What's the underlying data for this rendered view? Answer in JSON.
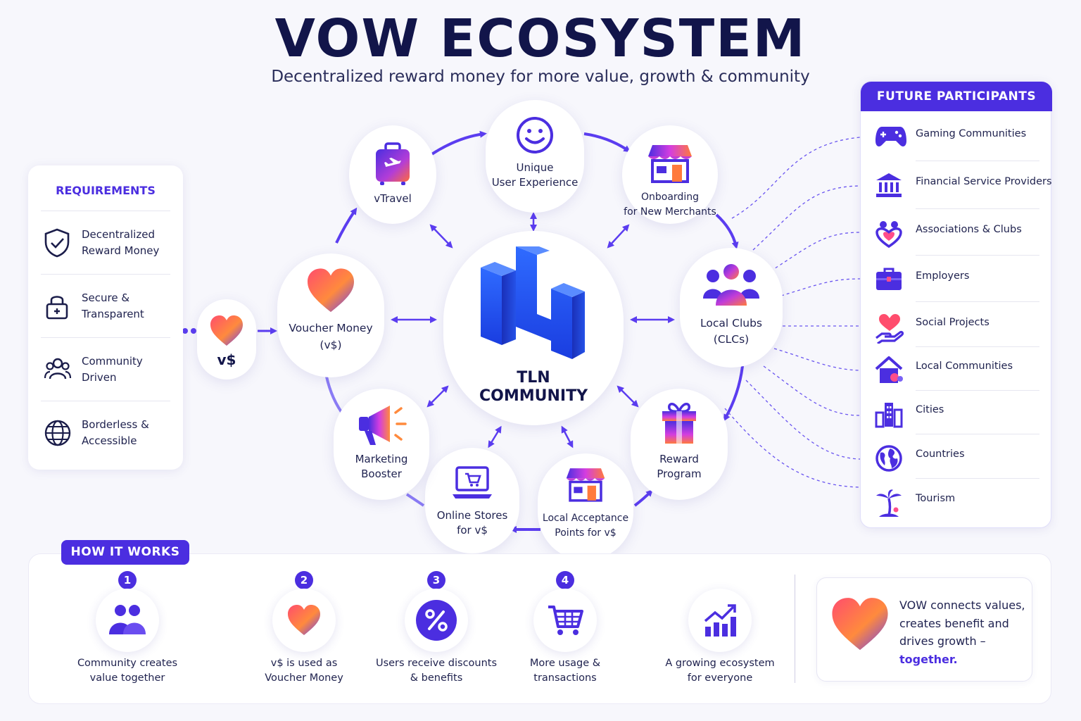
{
  "header": {
    "title": "VOW ECOSYSTEM",
    "subtitle": "Decentralized reward money for more value, growth & community"
  },
  "requirements": {
    "title": "REQUIREMENTS",
    "items": [
      {
        "label": "Decentralized\nReward Money",
        "icon": "shield-check-icon"
      },
      {
        "label": "Secure &\nTransparent",
        "icon": "lock-icon"
      },
      {
        "label": "Community\nDriven",
        "icon": "people-icon"
      },
      {
        "label": "Borderless &\nAccessible",
        "icon": "globe-icon"
      }
    ]
  },
  "vs_token": {
    "label": "v$"
  },
  "center": {
    "label": "TLN\nCOMMUNITY"
  },
  "nodes": {
    "vtravel": "vTravel",
    "unique_ux": "Unique\nUser Experience",
    "onboarding": "Onboarding\nfor New Merchants",
    "local_clubs": "Local Clubs\n(CLCs)",
    "reward_program": "Reward\nProgram",
    "local_acceptance": "Local Acceptance\nPoints for v$",
    "online_stores": "Online Stores\nfor v$",
    "marketing_booster": "Marketing\nBooster",
    "voucher_money": "Voucher Money\n(v$)"
  },
  "future_participants": {
    "title": "FUTURE PARTICIPANTS",
    "items": [
      {
        "label": "Gaming Communities",
        "icon": "gamepad-icon"
      },
      {
        "label": "Financial Service Providers",
        "icon": "bank-icon"
      },
      {
        "label": "Associations & Clubs",
        "icon": "group-heart-icon"
      },
      {
        "label": "Employers",
        "icon": "briefcase-icon"
      },
      {
        "label": "Social Projects",
        "icon": "heart-hand-icon"
      },
      {
        "label": "Local Communities",
        "icon": "house-community-icon"
      },
      {
        "label": "Cities",
        "icon": "city-icon"
      },
      {
        "label": "Countries",
        "icon": "globe-icon"
      },
      {
        "label": "Tourism",
        "icon": "palm-tree-icon"
      }
    ]
  },
  "how_it_works": {
    "title": "HOW IT WORKS",
    "steps": [
      {
        "num": "1",
        "label": "Community creates\nvalue together",
        "icon": "people-icon"
      },
      {
        "num": "2",
        "label": "v$ is used as\nVoucher Money",
        "icon": "heart-icon"
      },
      {
        "num": "3",
        "label": "Users receive discounts\n& benefits",
        "icon": "percent-icon"
      },
      {
        "num": "4",
        "label": "More usage &\ntransactions",
        "icon": "cart-icon"
      },
      {
        "num": "",
        "label": "A growing ecosystem\nfor everyone",
        "icon": "growth-chart-icon"
      }
    ]
  },
  "quote": {
    "main": "VOW connects values, creates benefit and drives growth –",
    "accent": "together."
  },
  "colors": {
    "accent": "#4b2ee0",
    "dark": "#12154a"
  }
}
